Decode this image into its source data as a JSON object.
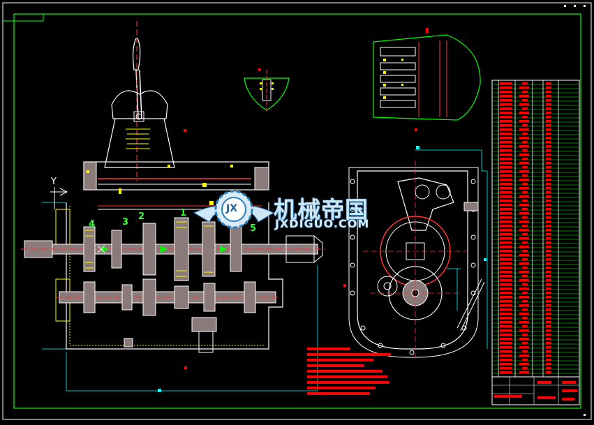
{
  "watermark": {
    "title": "机械帝国",
    "subtitle": "JXDIGUO.COM",
    "emblem_text": "JX"
  },
  "part_numbers": {
    "n1": "1",
    "n2": "2",
    "n3": "3",
    "n4": "4",
    "n5": "5"
  },
  "axis_label": "Y",
  "colors": {
    "background": "#000000",
    "frame": "#ffffff",
    "inner_frame": "#00ff00",
    "part_outline": "#ffffff",
    "hatch": "#ffff00",
    "table_fill": "#ff0000",
    "shaft_fill": "#8a7a7a",
    "centerline": "#ff3333",
    "dimension": "#00ffff"
  }
}
